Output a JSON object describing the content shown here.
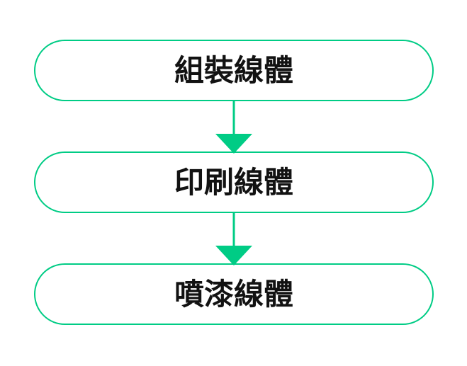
{
  "diagram": {
    "type": "flowchart",
    "orientation": "vertical-top-to-bottom",
    "background_color": "#ffffff",
    "accent_color": "#00cc85",
    "text_color": "#121212",
    "nodes": [
      {
        "id": "assembly",
        "label": "組裝線體",
        "shape": "rounded-pill",
        "order": 1
      },
      {
        "id": "printing",
        "label": "印刷線體",
        "shape": "rounded-pill",
        "order": 2
      },
      {
        "id": "painting",
        "label": "噴漆線體",
        "shape": "rounded-pill",
        "order": 3
      }
    ],
    "edges": [
      {
        "id": "edge-assembly-printing",
        "from": "assembly",
        "to": "printing",
        "label": "",
        "arrowhead": "filled-triangle-down",
        "color": "#00cc85"
      },
      {
        "id": "edge-printing-painting",
        "from": "printing",
        "to": "painting",
        "label": "",
        "arrowhead": "filled-triangle-down",
        "color": "#00cc85"
      }
    ]
  }
}
